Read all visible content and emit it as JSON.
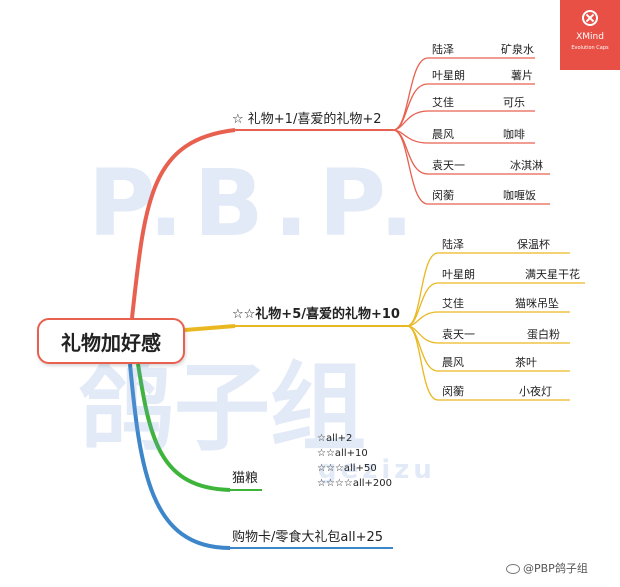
{
  "root": {
    "label": "礼物加好感"
  },
  "branches": {
    "b1": {
      "title": "☆ 礼物+1/喜爱的礼物+2",
      "items": [
        {
          "name": "陆泽",
          "gift": "矿泉水"
        },
        {
          "name": "叶星朗",
          "gift": "薯片"
        },
        {
          "name": "艾佳",
          "gift": "可乐"
        },
        {
          "name": "晨风",
          "gift": "咖啡"
        },
        {
          "name": "袁天一",
          "gift": "冰淇淋"
        },
        {
          "name": "闵蘅",
          "gift": "咖喱饭"
        }
      ]
    },
    "b2": {
      "title": "☆☆礼物+5/喜爱的礼物+10",
      "items": [
        {
          "name": "陆泽",
          "gift": "保温杯"
        },
        {
          "name": "叶星朗",
          "gift": "满天星干花"
        },
        {
          "name": "艾佳",
          "gift": "猫咪吊坠"
        },
        {
          "name": "袁天一",
          "gift": "蛋白粉"
        },
        {
          "name": "晨风",
          "gift": "茶叶"
        },
        {
          "name": "闵蘅",
          "gift": "小夜灯"
        }
      ]
    },
    "b3": {
      "title": "猫粮",
      "items": [
        "☆all+2",
        "☆☆all+10",
        "☆☆☆all+50",
        "☆☆☆☆all+200"
      ]
    },
    "b4": {
      "title": "购物卡/零食大礼包all+25"
    }
  },
  "colors": {
    "red": "#e8604f",
    "yellow": "#e9b820",
    "green": "#3db43a",
    "blue": "#3d86c9"
  },
  "logo": {
    "title": "XMind",
    "subtitle": "Evolution Caps",
    "icon": "close-x-icon"
  },
  "watermark": {
    "line1": "P.B.P.",
    "line2": "鸽子组",
    "line3": "gezizu"
  },
  "credit": {
    "text": "@PBP鸽子组",
    "icon": "weibo-icon"
  }
}
